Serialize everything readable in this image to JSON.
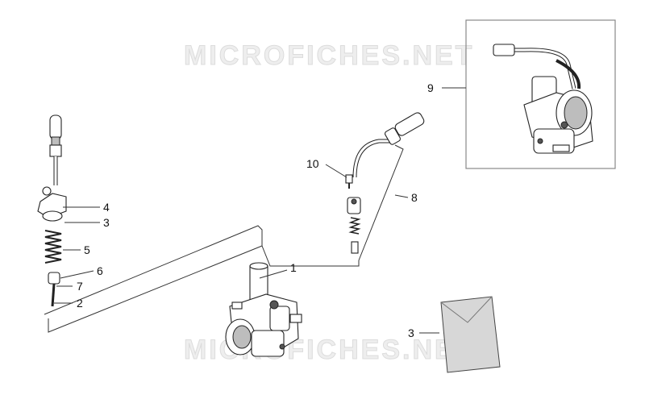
{
  "watermark": "MICROFICHES.NET",
  "callouts": {
    "c1": "1",
    "c2": "2",
    "c3a": "3",
    "c3b": "3",
    "c4": "4",
    "c5": "5",
    "c6": "6",
    "c7": "7",
    "c8": "8",
    "c9": "9",
    "c10": "10"
  }
}
